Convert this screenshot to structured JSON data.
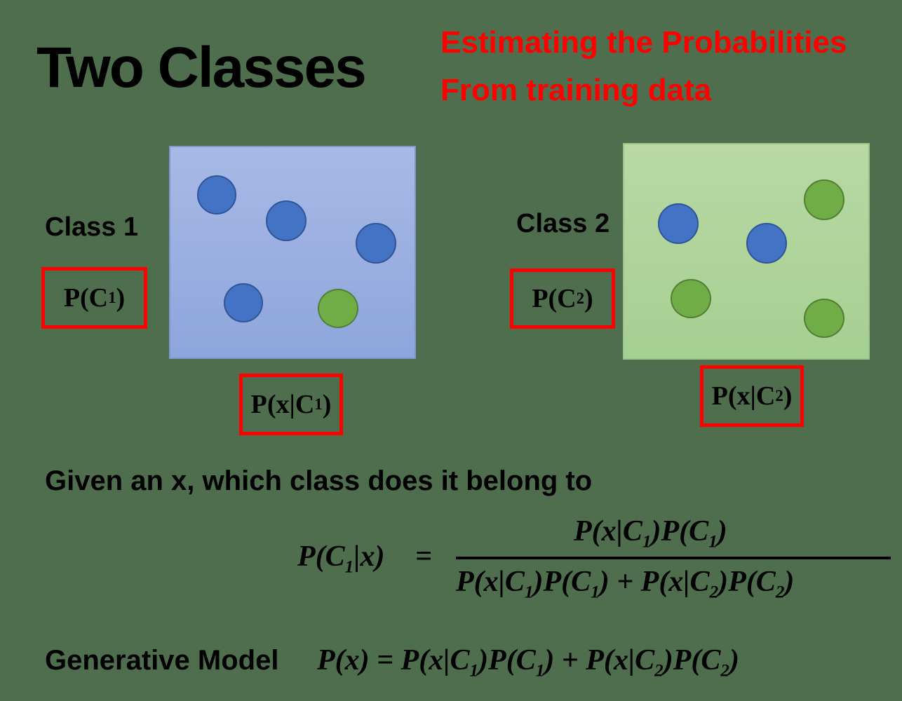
{
  "title": "Two Classes",
  "subtitle_lines": [
    "Estimating the Probabilities",
    "From training data"
  ],
  "class1": {
    "label": "Class 1",
    "prior": "P(C",
    "prior_sub": "1",
    "prior_end": ")",
    "likelihood": "P(x|C",
    "likelihood_sub": "1",
    "likelihood_end": ")",
    "points": [
      "blue",
      "blue",
      "blue",
      "blue",
      "green"
    ]
  },
  "class2": {
    "label": "Class 2",
    "prior": "P(C",
    "prior_sub": "2",
    "prior_end": ")",
    "likelihood": "P(x|C",
    "likelihood_sub": "2",
    "likelihood_end": ")",
    "points": [
      "blue",
      "blue",
      "green",
      "green",
      "green"
    ]
  },
  "question": "Given an x, which class does it belong to",
  "bayes": {
    "lhs_a": "P(C",
    "lhs_sub": "1",
    "lhs_b": "|x)",
    "eq": "=",
    "num_a": "P(x|C",
    "num_s1": "1",
    "num_b": ")P(C",
    "num_s2": "1",
    "num_c": ")",
    "den_a": "P(x|C",
    "den_s1": "1",
    "den_b": ")P(C",
    "den_s2": "1",
    "den_c": ") + P(x|C",
    "den_s3": "2",
    "den_d": ")P(C",
    "den_s4": "2",
    "den_e": ")"
  },
  "generative": {
    "label": "Generative Model",
    "eq_a": "P(x) = P(x|C",
    "s1": "1",
    "eq_b": ")P(C",
    "s2": "1",
    "eq_c": ") + P(x|C",
    "s3": "2",
    "eq_d": ")P(C",
    "s4": "2",
    "eq_e": ")"
  },
  "colors": {
    "background": "#4e6e4e",
    "accent_red": "#ff0000",
    "dot_blue": "#4472c4",
    "dot_green": "#70ad47",
    "panel1": "#a8b9e6",
    "panel2": "#b8d9a5"
  }
}
